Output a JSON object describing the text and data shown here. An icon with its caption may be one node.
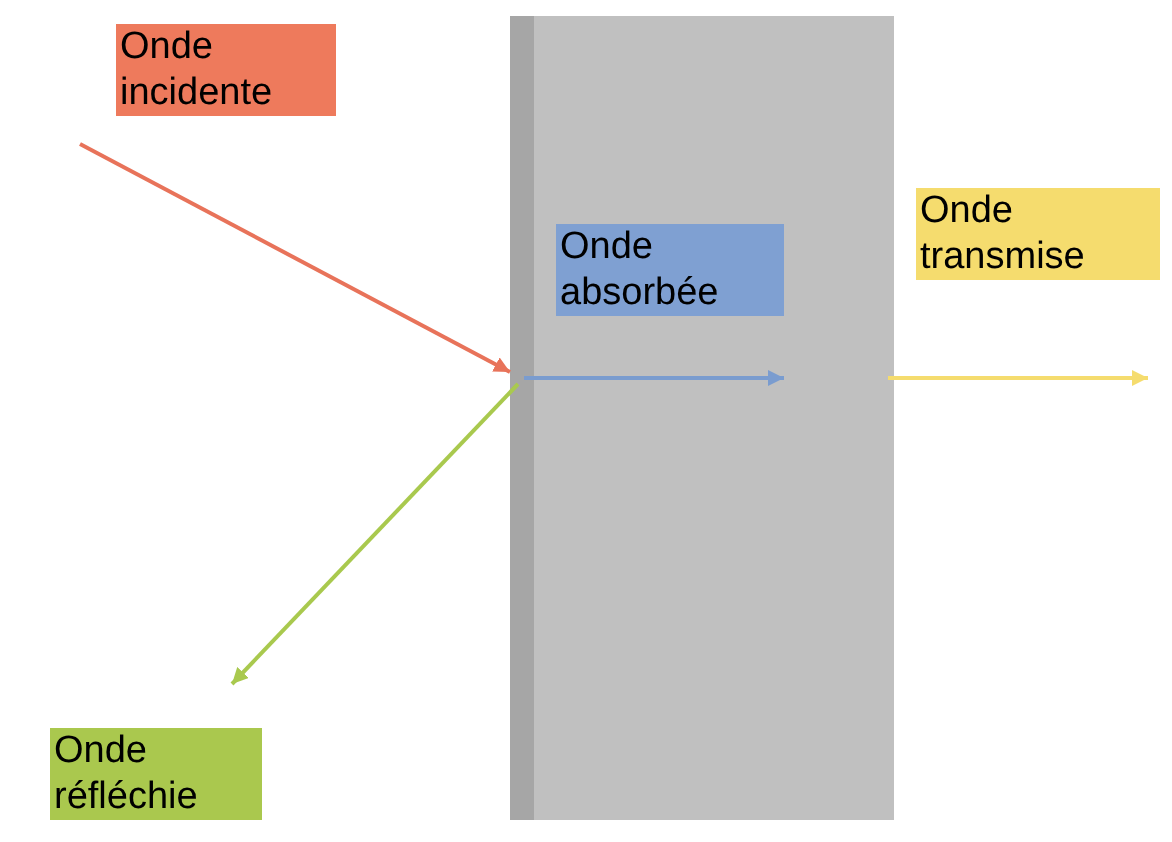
{
  "diagram": {
    "nodes": [
      {
        "text": [],
        "shape": "box"
      },
      {
        "text": [
          "Onde incidente"
        ]
      },
      {
        "text": [
          "Onde absorbée"
        ],
        "in": 0
      },
      {
        "text": [
          "Onde transmise"
        ]
      },
      {
        "text": [
          "Onde réfléchie"
        ]
      }
    ],
    "edges": [
      {
        "from": 1,
        "to": 0,
        "arrow": "to",
        "color": "#e8735a"
      },
      {
        "from": 0,
        "to": 2,
        "arrow": "to",
        "color": "#7a9ccf"
      },
      {
        "from": 0,
        "to": null,
        "arrow": "to",
        "color": "#f5dc6e"
      },
      {
        "from": 0,
        "to": 4,
        "arrow": "to",
        "color": "#a9c94e"
      }
    ]
  }
}
